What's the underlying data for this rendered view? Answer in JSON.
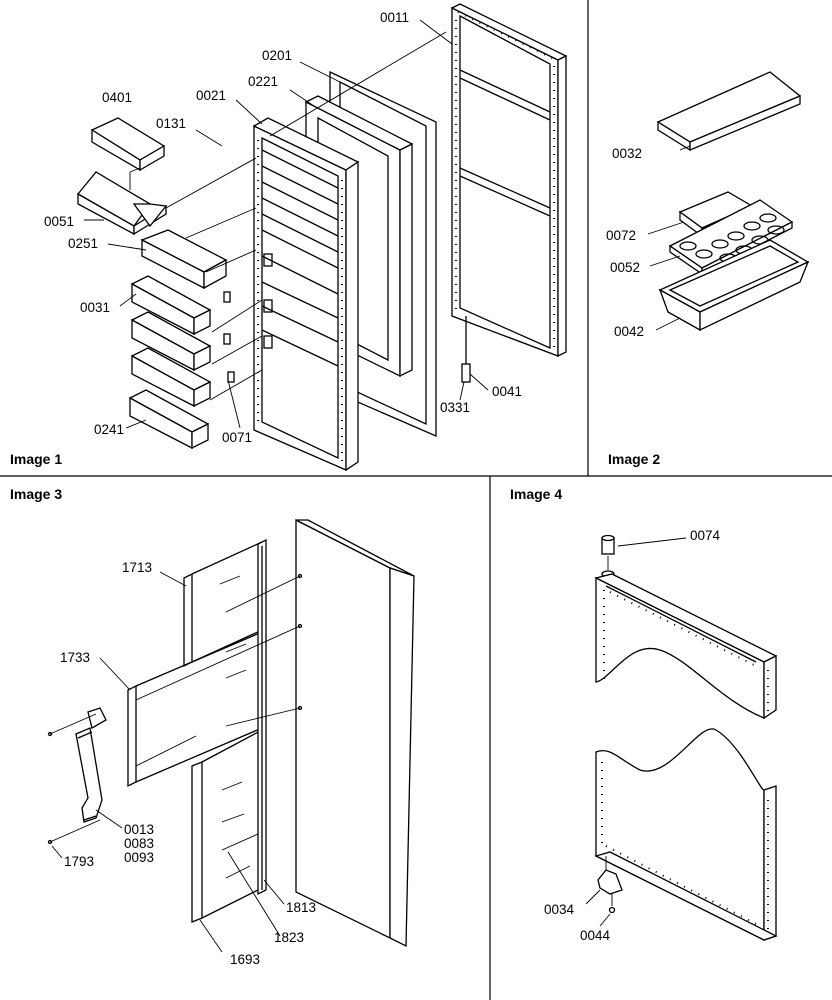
{
  "panels": [
    {
      "title": "Image 1"
    },
    {
      "title": "Image 2"
    },
    {
      "title": "Image 3"
    },
    {
      "title": "Image 4"
    }
  ],
  "callouts": {
    "p0011": "0011",
    "p0201": "0201",
    "p0221": "0221",
    "p0021": "0021",
    "p0401": "0401",
    "p0131": "0131",
    "p0051": "0051",
    "p0251": "0251",
    "p0031": "0031",
    "p0241": "0241",
    "p0071": "0071",
    "p0331": "0331",
    "p0041": "0041",
    "p0032": "0032",
    "p0072": "0072",
    "p0052": "0052",
    "p0042": "0042",
    "p1713": "1713",
    "p1733": "1733",
    "p0013": "0013",
    "p0083": "0083",
    "p0093": "0093",
    "p1793": "1793",
    "p1813": "1813",
    "p1823": "1823",
    "p1693": "1693",
    "p0074": "0074",
    "p0034": "0034",
    "p0044": "0044"
  }
}
